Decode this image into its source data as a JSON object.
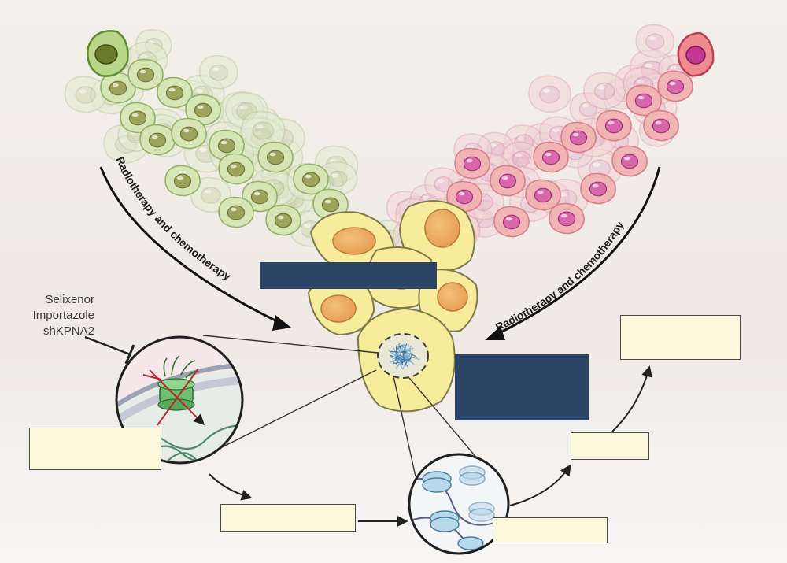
{
  "left_arrow_label": "Radiotherapy and chemotherapy",
  "right_arrow_label": "Radiotherapy and chemotherapy",
  "inhibitors": [
    "Selixenor",
    "Importazole",
    "shKPNA2"
  ],
  "colors": {
    "background_top": "#f3efea",
    "background_bottom": "#f7f5f2",
    "left_cell_fill": "#d7e6b5",
    "left_cell_stroke": "#8fae62",
    "right_cell_fill": "#f2b3b3",
    "right_cell_stroke": "#d87a82",
    "center_cell_fill": "#f7ec9c",
    "center_nucleus": "#eea760",
    "label_box_dark": "#2c4466",
    "label_box_light": "#fbf8dc"
  },
  "icons": [
    "nuclear-pore-icon",
    "nucleosome-icon",
    "inhibition-icon"
  ]
}
